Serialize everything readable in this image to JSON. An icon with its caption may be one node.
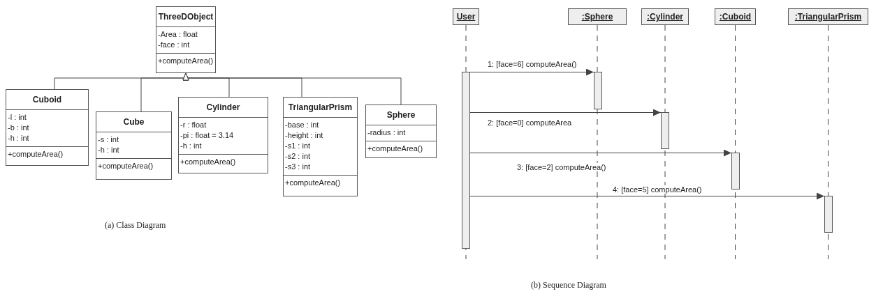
{
  "diagram": {
    "nodes": [
      {
        "text": [
          "ThreeDObject",
          "-Area : float",
          "-face : int",
          "+computeArea()"
        ]
      },
      {
        "text": [
          "Cuboid",
          "-l : int",
          "-b : int",
          "-h : int",
          "+computeArea()"
        ]
      },
      {
        "text": [
          "Cube",
          "-s : int",
          "-h : int",
          "+computeArea()"
        ]
      },
      {
        "text": [
          "Cylinder",
          "-r : float",
          "-pi : float = 3.14",
          "-h : int",
          "+computeArea()"
        ]
      },
      {
        "text": [
          "TriangularPrism",
          "-base : int",
          "-height : int",
          "-s1 : int",
          "-s2 : int",
          "-s3 : int",
          "+computeArea()"
        ]
      },
      {
        "text": [
          "Sphere",
          "-radius : int",
          "+computeArea()"
        ]
      },
      {
        "text": [
          "User"
        ]
      },
      {
        "text": [
          ":Sphere"
        ]
      },
      {
        "text": [
          ":Cylinder"
        ]
      },
      {
        "text": [
          ":Cuboid"
        ]
      },
      {
        "text": [
          ":TriangularPrism"
        ]
      },
      {
        "text": [],
        "shape": "bar"
      },
      {
        "text": [],
        "shape": "bar"
      },
      {
        "text": [],
        "shape": "bar"
      },
      {
        "text": [],
        "shape": "bar"
      },
      {
        "text": [],
        "shape": "bar"
      }
    ],
    "edges": [
      {
        "from": 1,
        "to": 0,
        "arrow": "to"
      },
      {
        "from": 2,
        "to": 0,
        "arrow": "to"
      },
      {
        "from": 3,
        "to": 0,
        "arrow": "to"
      },
      {
        "from": 4,
        "to": 0,
        "arrow": "to"
      },
      {
        "from": 5,
        "to": 0,
        "arrow": "to"
      },
      {
        "from": 11,
        "to": 12,
        "arrow": "to",
        "label": "1: [face=6] computeArea()"
      },
      {
        "from": 11,
        "to": 13,
        "arrow": "to",
        "label": "2: [face=0] computeArea"
      },
      {
        "from": 11,
        "to": 14,
        "arrow": "to",
        "label": "3: [face=2] computeArea()"
      },
      {
        "from": 11,
        "to": 15,
        "arrow": "to",
        "label": "4: [face=5] computeArea()"
      }
    ],
    "labels": [
      "(a) Class Diagram",
      "(b) Sequence Diagram"
    ]
  }
}
